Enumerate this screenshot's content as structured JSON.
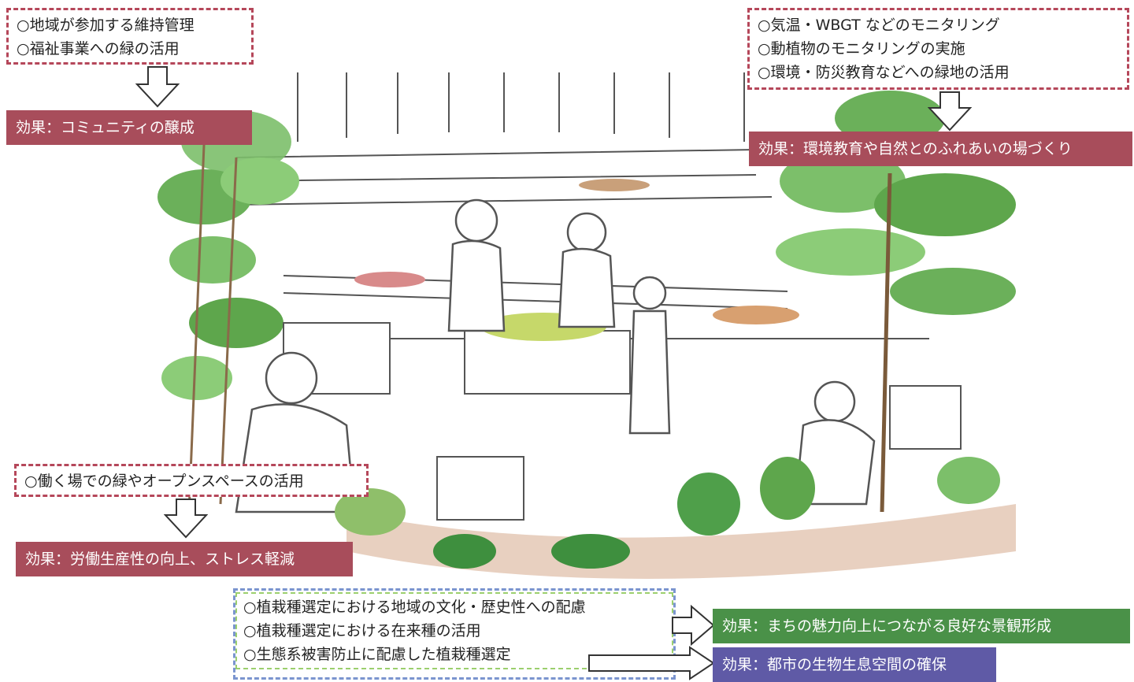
{
  "colors": {
    "note_border_red": "#b5475a",
    "note_border_blue": "#7b95cf",
    "note_border_green": "#9ccf6e",
    "effect_red": "#a84d5b",
    "effect_green": "#4a9148",
    "effect_purple": "#5f5aa6"
  },
  "notes": {
    "top_left": {
      "lines": [
        "○地域が参加する維持管理",
        "○福祉事業への緑の活用"
      ],
      "effect": "効果：コミュニティの醸成"
    },
    "top_right": {
      "lines": [
        "○気温・WBGT などのモニタリング",
        "○動植物のモニタリングの実施",
        "○環境・防災教育などへの緑地の活用"
      ],
      "effect": "効果：環境教育や自然とのふれあいの場づくり"
    },
    "mid_left": {
      "lines": [
        "○働く場での緑やオープンスペースの活用"
      ],
      "effect": "効果：労働生産性の向上、ストレス軽減"
    },
    "bottom": {
      "lines": [
        "○植栽種選定における地域の文化・歴史性への配慮",
        "○植栽種選定における在来種の活用",
        "○生態系被害防止に配慮した植栽種選定"
      ],
      "effect_green": "効果：まちの魅力向上につながる良好な景観形成",
      "effect_purple": "効果：都市の生物生息空間の確保"
    }
  },
  "illustration": {
    "subject": "people-gardening-in-community-green-space"
  }
}
